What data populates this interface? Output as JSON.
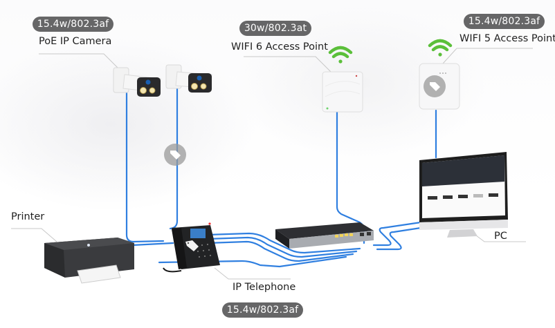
{
  "diagram": {
    "type": "PoE network topology",
    "devices": {
      "camera": {
        "label": "PoE IP Camera",
        "power": "15.4w/802.3af"
      },
      "wifi6_ap": {
        "label": "WIFI 6 Access Point",
        "power": "30w/802.3at"
      },
      "wifi5_ap": {
        "label": "WIFI 5 Access Point",
        "power": "15.4w/802.3af"
      },
      "printer": {
        "label": "Printer"
      },
      "telephone": {
        "label": "IP Telephone",
        "power": "15.4w/802.3af"
      },
      "pc": {
        "label": "PC"
      },
      "switch": {
        "label": ""
      }
    },
    "colors": {
      "cable": "#2f7fe0",
      "badge_bg": "#666667",
      "wifi_signal": "#5bbf3a",
      "tag_overlay": "#9a9a9a"
    }
  }
}
